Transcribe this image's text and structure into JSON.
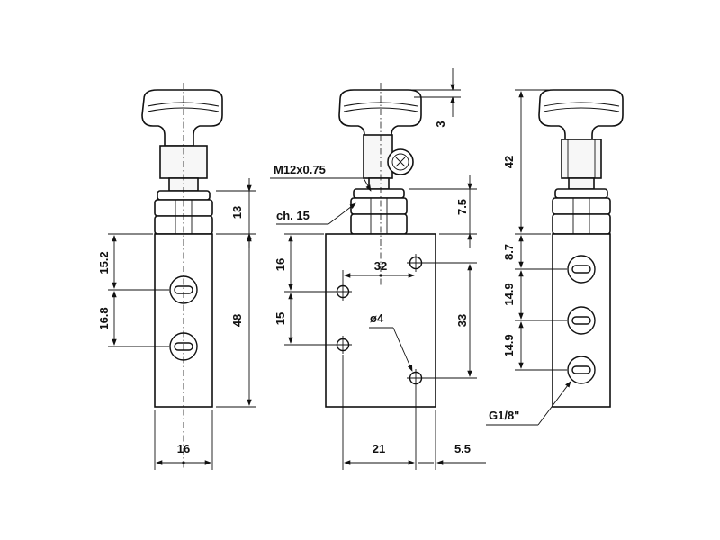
{
  "labels": {
    "top_gap_3": "3",
    "height_42": "42",
    "thread": "M12x0.75",
    "wrench": "ch. 15",
    "dim_7_5": "7.5",
    "dim_13": "13",
    "dim_15_2": "15.2",
    "dim_16_8": "16.8",
    "dim_48": "48",
    "dim_16_left": "16",
    "dim_32": "32",
    "dim_16_mid": "16",
    "dim_15_mid": "15",
    "hole_dia": "ø4",
    "dim_33": "33",
    "dim_8_7": "8.7",
    "dim_14_9_a": "14.9",
    "dim_14_9_b": "14.9",
    "port": "G1/8\"",
    "dim_21": "21",
    "dim_5_5": "5.5"
  }
}
